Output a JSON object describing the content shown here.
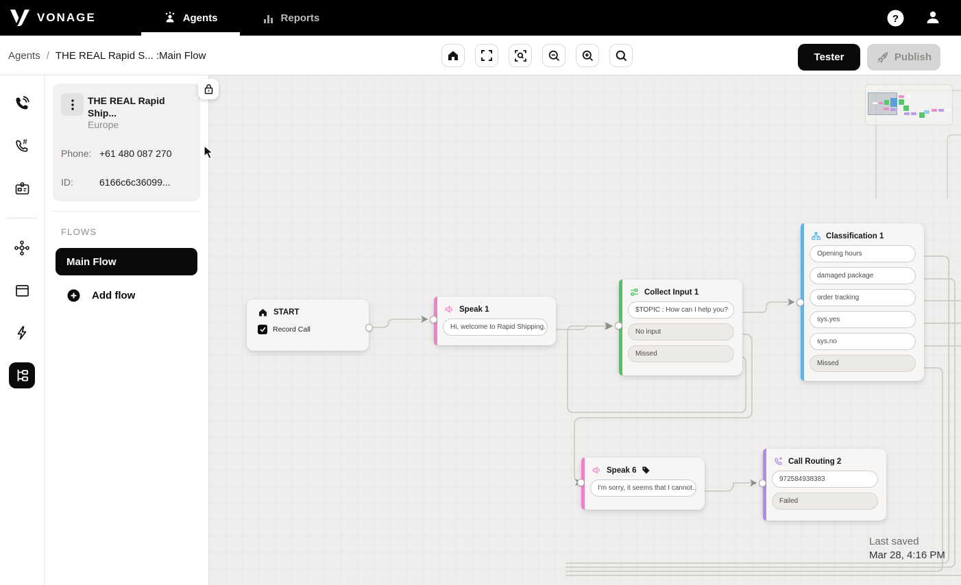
{
  "brand": {
    "name": "VONAGE"
  },
  "topnav": {
    "tabs": [
      {
        "label": "Agents",
        "active": true
      },
      {
        "label": "Reports",
        "active": false
      }
    ]
  },
  "header": {
    "breadcrumb": {
      "root": "Agents",
      "separator": "/",
      "agent": "THE REAL Rapid S...",
      "flow": ":Main Flow"
    },
    "toolbar_icons": [
      "home-icon",
      "fit-screen-icon",
      "zoom-area-icon",
      "zoom-out-icon",
      "zoom-in-icon",
      "search-icon"
    ],
    "tester_button": "Tester",
    "publish_button": "Publish"
  },
  "sidebar": {
    "rail_icons": [
      "call-icon",
      "dial-number-icon",
      "id-badge-icon",
      "integrations-icon",
      "window-icon",
      "events-icon",
      "flow-tree-icon"
    ],
    "agent": {
      "name": "THE REAL Rapid Ship...",
      "region": "Europe",
      "phone_label": "Phone:",
      "phone_value": "+61 480 087 270",
      "id_label": "ID:",
      "id_value": "6166c6c36099..."
    },
    "flows": {
      "heading": "FLOWS",
      "items": [
        {
          "label": "Main Flow",
          "active": true
        }
      ],
      "add_flow_label": "Add flow"
    }
  },
  "canvas": {
    "last_saved": {
      "line1": "Last saved",
      "line2": "Mar 28, 4:16 PM"
    },
    "colors": {
      "speak_accent": "#ee82c6",
      "collect_input_accent": "#4ec564",
      "classification_accent": "#64b1e4",
      "call_routing_accent": "#b18ce6",
      "unconnected_port": "#f0a42e"
    },
    "nodes": [
      {
        "type": "start",
        "title": "START",
        "checkbox_label": "Record Call",
        "checked": true
      },
      {
        "type": "speak",
        "title": "Speak 1",
        "pills": [
          {
            "label": "Hi, welcome to Rapid Shipping.",
            "style": "white"
          }
        ]
      },
      {
        "type": "collect-input",
        "title": "Collect Input 1",
        "pills": [
          {
            "label": "$TOPIC : How can I help you?",
            "style": "white"
          },
          {
            "label": "No input",
            "style": "gray"
          },
          {
            "label": "Missed",
            "style": "gray"
          }
        ]
      },
      {
        "type": "classification",
        "title": "Classification 1",
        "pills": [
          {
            "label": "Opening hours",
            "style": "white"
          },
          {
            "label": "damaged package",
            "style": "white"
          },
          {
            "label": "order tracking",
            "style": "white"
          },
          {
            "label": "sys.yes",
            "style": "white"
          },
          {
            "label": "sys.no",
            "style": "white"
          },
          {
            "label": "Missed",
            "style": "gray"
          }
        ]
      },
      {
        "type": "speak",
        "title": "Speak 6",
        "tagged": true,
        "pills": [
          {
            "label": "I'm sorry, it seems that I cannot...",
            "style": "white"
          }
        ]
      },
      {
        "type": "call-routing",
        "title": "Call Routing 2",
        "pills": [
          {
            "label": "972584938383",
            "style": "white",
            "port": "orange"
          },
          {
            "label": "Failed",
            "style": "gray",
            "port": "orange"
          }
        ]
      }
    ]
  }
}
